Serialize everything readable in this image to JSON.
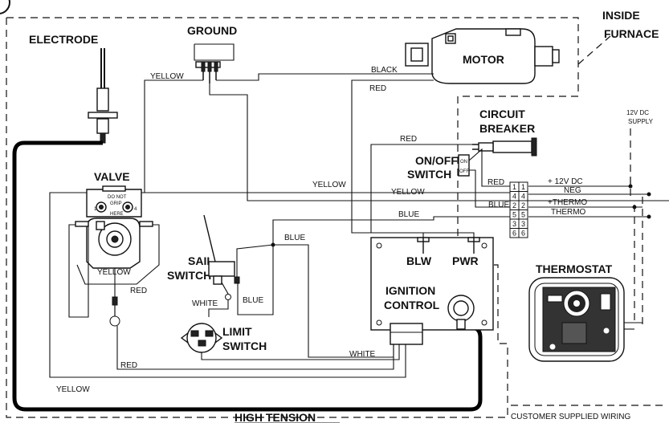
{
  "labels": {
    "inside_furnace_1": "INSIDE",
    "inside_furnace_2": "FURNACE",
    "electrode": "ELECTRODE",
    "ground": "GROUND",
    "motor": "MOTOR",
    "circuit_breaker_1": "CIRCUIT",
    "circuit_breaker_2": "BREAKER",
    "on_off_switch_1": "ON/OFF",
    "on_off_switch_2": "SWITCH",
    "switch_on": "ON",
    "switch_off": "OFF",
    "supply_1": "12V DC",
    "supply_2": "SUPPLY",
    "valve": "VALVE",
    "valve_do_not": "DO NOT",
    "valve_grip": "GRIP",
    "valve_here": "HERE",
    "valve_pin_1": "1",
    "valve_pin_4": "4",
    "sail_switch_1": "SAIL",
    "sail_switch_2": "SWITCH",
    "limit_switch_1": "LIMIT",
    "limit_switch_2": "SWITCH",
    "ignition_control_1": "IGNITION",
    "ignition_control_2": "CONTROL",
    "blw": "BLW",
    "pwr": "PWR",
    "thermostat": "THERMOSTAT",
    "high_tension": "HIGH TENSION",
    "customer_supplied_wiring": "CUSTOMER SUPPLIED WIRING"
  },
  "wires": {
    "yellow_ground": "YELLOW",
    "black_motor": "BLACK",
    "red_motor": "RED",
    "red_breaker": "RED",
    "yellow_valve": "YELLOW",
    "red_valve": "RED",
    "yellow_main": "YELLOW",
    "yellow_term": "YELLOW",
    "red_term": "RED",
    "blue_term": "BLUE",
    "blue_mid": "BLUE",
    "blue_sail": "BLUE",
    "blue_limit": "BLUE",
    "white_sail": "WHITE",
    "white_limit": "WHITE",
    "red_bottom": "RED",
    "yellow_bottom": "YELLOW"
  },
  "terminals": {
    "left": [
      "1",
      "4",
      "2",
      "5",
      "3",
      "6"
    ],
    "right": [
      "1",
      "4",
      "2",
      "5",
      "3",
      "6"
    ],
    "wire_plus12": "+ 12V DC",
    "wire_neg": "NEG",
    "wire_thermo_plus": "+THERMO",
    "wire_thermo": "THERMO"
  }
}
